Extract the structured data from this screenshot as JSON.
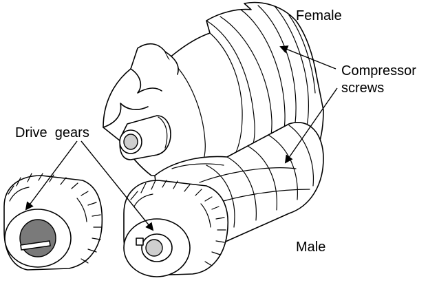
{
  "labels": {
    "female": "Female",
    "compressor_line1": "Compressor",
    "compressor_line2": "screws",
    "drive_gears": "Drive  gears",
    "male": "Male"
  }
}
